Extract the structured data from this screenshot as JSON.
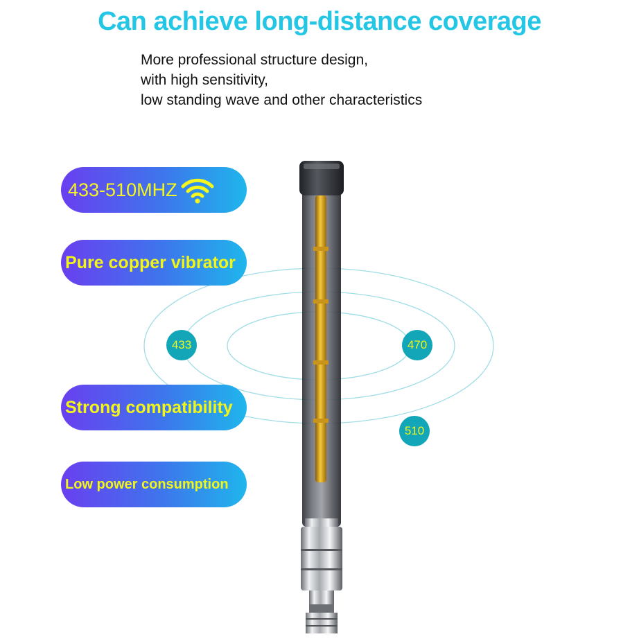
{
  "headline": "Can achieve long-distance coverage",
  "subtitle_lines": [
    "More professional structure design,",
    "with high sensitivity,",
    "low standing wave and other characteristics"
  ],
  "features": [
    "433-510MHZ",
    "Pure copper vibrator",
    "Strong compatibility",
    "Low power consumption"
  ],
  "frequency_badges": [
    "433",
    "470",
    "510"
  ],
  "icons": [
    "wifi-icon"
  ],
  "colors": {
    "headline": "#23c6e4",
    "pill_start": "#6a3ff0",
    "pill_end": "#1fb6ec",
    "pill_text": "#f2f51a",
    "badge": "#13a6b8"
  }
}
